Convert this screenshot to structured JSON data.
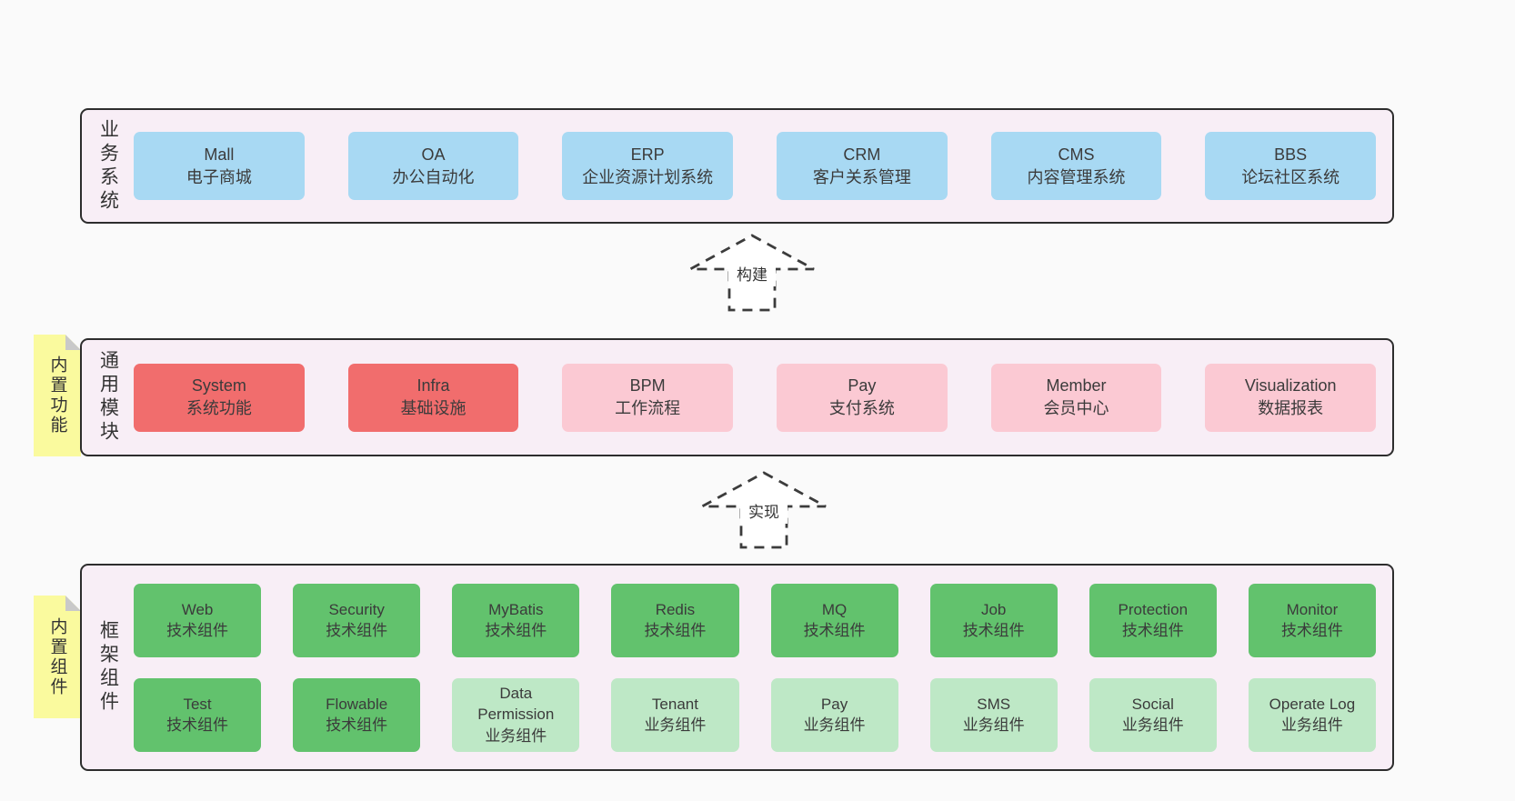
{
  "colors": {
    "page_bg": "#fafafa",
    "container_bg": "#f8eef6",
    "container_border": "#2d2d2d",
    "blue_box": "#a8d9f3",
    "red_box": "#f16d6d",
    "pink_box": "#fbc9d3",
    "green_box": "#62c26d",
    "light_green_box": "#bee8c6",
    "sticky_yellow": "#fafa9e",
    "sticky_fold": "#c9c9c9",
    "text": "#3b3b3b"
  },
  "business_band": {
    "label": "业务系统",
    "boxes": [
      {
        "name": "Mall",
        "desc": "电子商城"
      },
      {
        "name": "OA",
        "desc": "办公自动化"
      },
      {
        "name": "ERP",
        "desc": "企业资源计划系统"
      },
      {
        "name": "CRM",
        "desc": "客户关系管理"
      },
      {
        "name": "CMS",
        "desc": "内容管理系统"
      },
      {
        "name": "BBS",
        "desc": "论坛社区系统"
      }
    ]
  },
  "build_arrow": {
    "label": "构建"
  },
  "module_band": {
    "label": "通用模块",
    "sticky": "内置功能",
    "boxes": [
      {
        "name": "System",
        "desc": "系统功能"
      },
      {
        "name": "Infra",
        "desc": "基础设施"
      },
      {
        "name": "BPM",
        "desc": "工作流程"
      },
      {
        "name": "Pay",
        "desc": "支付系统"
      },
      {
        "name": "Member",
        "desc": "会员中心"
      },
      {
        "name": "Visualization",
        "desc": "数据报表"
      }
    ]
  },
  "implement_arrow": {
    "label": "实现"
  },
  "component_band": {
    "label": "框架组件",
    "sticky": "内置组件",
    "row1": [
      {
        "name": "Web",
        "desc": "技术组件"
      },
      {
        "name": "Security",
        "desc": "技术组件"
      },
      {
        "name": "MyBatis",
        "desc": "技术组件"
      },
      {
        "name": "Redis",
        "desc": "技术组件"
      },
      {
        "name": "MQ",
        "desc": "技术组件"
      },
      {
        "name": "Job",
        "desc": "技术组件"
      },
      {
        "name": "Protection",
        "desc": "技术组件"
      },
      {
        "name": "Monitor",
        "desc": "技术组件"
      }
    ],
    "row2": [
      {
        "name": "Test",
        "desc": "技术组件"
      },
      {
        "name": "Flowable",
        "desc": "技术组件"
      },
      {
        "name": "Data Permission",
        "desc": "业务组件"
      },
      {
        "name": "Tenant",
        "desc": "业务组件"
      },
      {
        "name": "Pay",
        "desc": "业务组件"
      },
      {
        "name": "SMS",
        "desc": "业务组件"
      },
      {
        "name": "Social",
        "desc": "业务组件"
      },
      {
        "name": "Operate Log",
        "desc": "业务组件"
      }
    ]
  }
}
